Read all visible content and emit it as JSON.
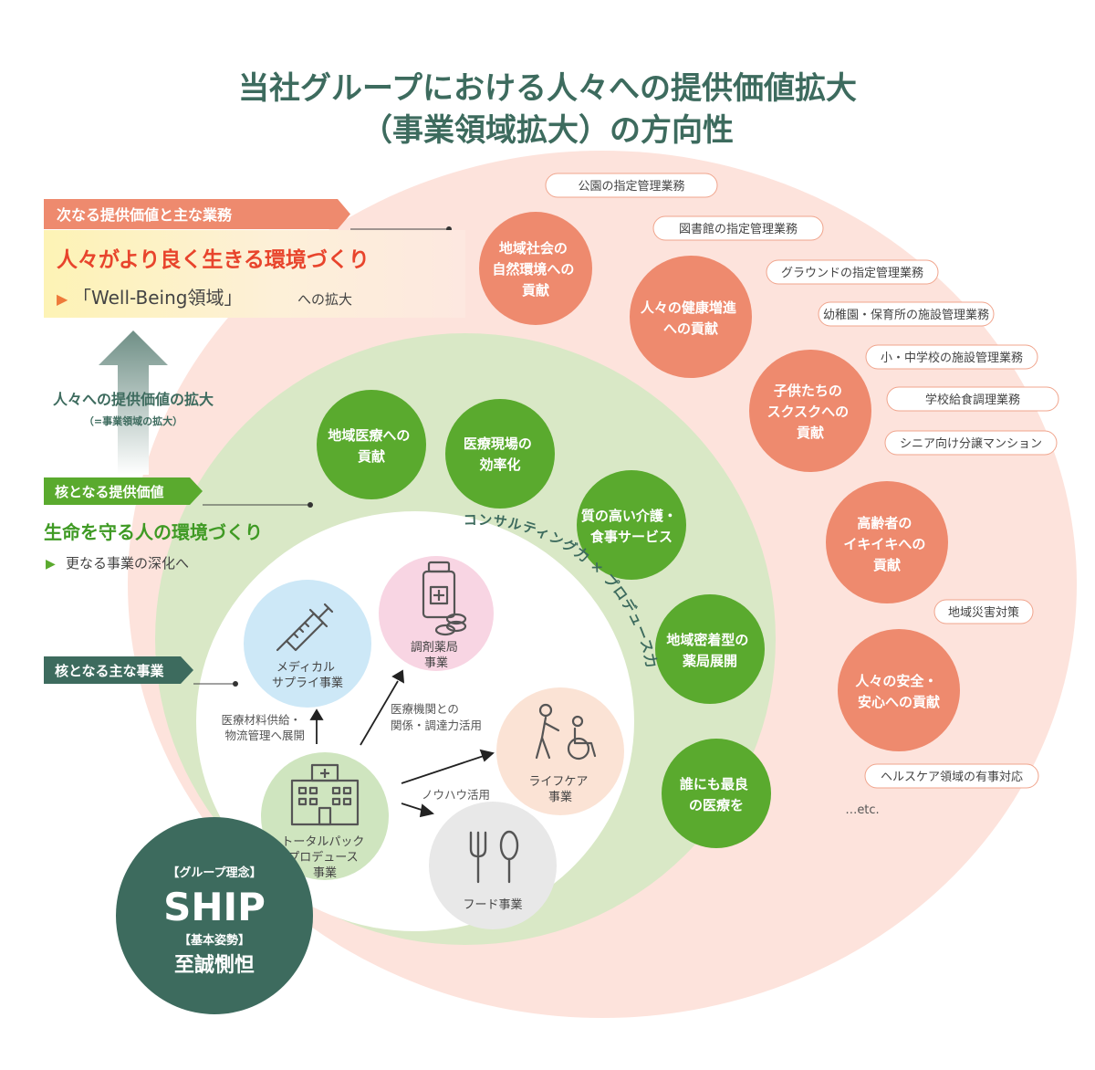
{
  "title": {
    "line1": "当社グループにおける人々への提供価値拡大",
    "line2": "（事業領域拡大）の方向性"
  },
  "next_value": {
    "header": "次なる提供価値と主な業務",
    "headline": "人々がより良く生きる環境づくり",
    "sub_arrow": "▶",
    "sub_main": "「Well-Being領域」",
    "sub_tail": "への拡大"
  },
  "expansion": {
    "label": "人々への提供価値の拡大",
    "sub": "（=事業領域の拡大）"
  },
  "core_value": {
    "header": "核となる提供価値",
    "headline": "生命を守る人の環境づくり",
    "sub_arrow": "▶",
    "sub": "更なる事業の深化へ"
  },
  "core_business": {
    "header": "核となる主な事業"
  },
  "consulting_arc": "コンサルティング力 × プロデュース力",
  "orange_circles": [
    [
      "地域社会の",
      "自然環境への",
      "貢献"
    ],
    [
      "人々の健康増進",
      "への貢献"
    ],
    [
      "子供たちの",
      "スクスクへの",
      "貢献"
    ],
    [
      "高齢者の",
      "イキイキへの",
      "貢献"
    ],
    [
      "人々の安全・",
      "安心への貢献"
    ]
  ],
  "green_circles": [
    [
      "地域医療への",
      "貢献"
    ],
    [
      "医療現場の",
      "効率化"
    ],
    [
      "質の高い介護・",
      "食事サービス"
    ],
    [
      "地域密着型の",
      "薬局展開"
    ],
    [
      "誰にも最良",
      "の医療を"
    ]
  ],
  "pills": [
    "公園の指定管理業務",
    "図書館の指定管理業務",
    "グラウンドの指定管理業務",
    "幼稚園・保育所の施設管理業務",
    "小・中学校の施設管理業務",
    "学校給食調理業務",
    "シニア向け分譲マンション",
    "地域災害対策",
    "ヘルスケア領域の有事対応"
  ],
  "etc": "…etc.",
  "businesses": {
    "medical": [
      "メディカル",
      "サプライ事業"
    ],
    "pharmacy": [
      "調剤薬局",
      "事業"
    ],
    "lifecare": [
      "ライフケア",
      "事業"
    ],
    "food": [
      "フード事業"
    ],
    "total": [
      "トータルパック",
      "プロデュース",
      "事業"
    ]
  },
  "flows": {
    "medical": [
      "医療材料供給・",
      "物流管理へ展開"
    ],
    "pharmacy": [
      "医療機関との",
      "関係・調達力活用"
    ],
    "lifecare": [
      "ノウハウ活用"
    ]
  },
  "ship": {
    "philosophy_label": "【グループ理念】",
    "name": "SHIP",
    "stance_label": "【基本姿勢】",
    "stance": "至誠惻怛"
  },
  "colors": {
    "title": "#3d6b5e",
    "orange": "#ee8a6e",
    "orange_red_text": "#e8442c",
    "green": "#5aaa2e",
    "green_text": "#3f9a24",
    "dark_teal": "#3d6b5e",
    "outer_ring": "#fde3dc",
    "middle_ring": "#d9e8c6"
  }
}
